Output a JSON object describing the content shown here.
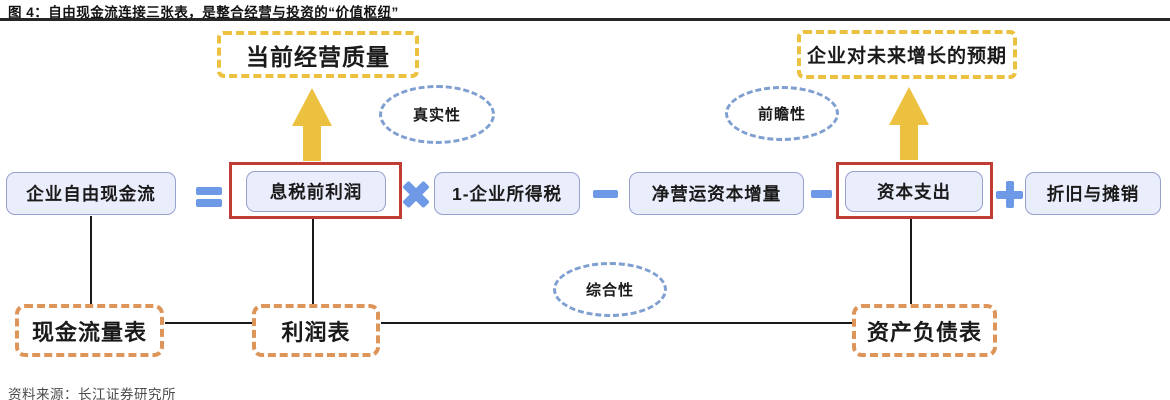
{
  "figure": {
    "title": "图 4：自由现金流连接三张表，是整合经营与投资的“价值枢纽”",
    "source": "资料来源：长江证券研究所"
  },
  "diagram": {
    "top_labels": {
      "operating_quality": "当前经营质量",
      "future_growth": "企业对未来增长的预期"
    },
    "qualities": {
      "authenticity": "真实性",
      "forward_looking": "前瞻性",
      "comprehensiveness": "综合性"
    },
    "formula": {
      "result": "企业自由现金流",
      "ebit": "息税前利润",
      "tax": "1-企业所得税",
      "nwc": "净营运资本增量",
      "capex": "资本支出",
      "da": "折旧与摊销",
      "operators": {
        "equals": "=",
        "multiply": "×",
        "minus": "−",
        "plus": "+"
      }
    },
    "statements": {
      "cash_flow": "现金流量表",
      "income": "利润表",
      "balance_sheet": "资产负债表"
    },
    "colors": {
      "gold": "#ecc13f",
      "orange": "#dd9559",
      "blue_dashed": "#7e9fd0",
      "operator_blue": "#6e99e6",
      "box_fill": "#eaedfb",
      "box_border": "#97a1ce",
      "highlight_red": "#c13c33"
    }
  }
}
